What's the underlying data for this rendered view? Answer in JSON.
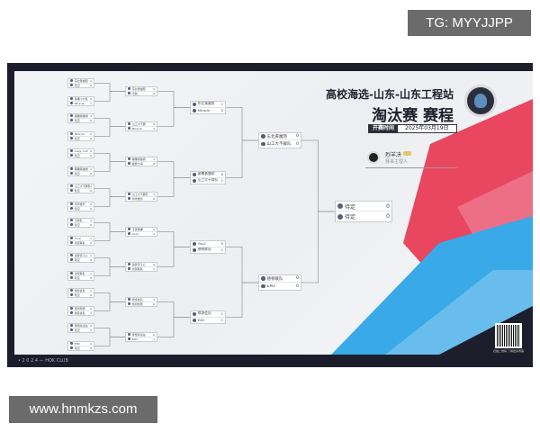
{
  "header": {
    "line1": "高校海选-山东-山东工程站",
    "line2": "淘汰赛 赛程",
    "date_label": "开赛时间",
    "date": "2025年03月19日"
  },
  "host": {
    "name": "烈羊决",
    "role": "赛事主理人"
  },
  "footer": {
    "text": "• 2 0 2 4 — HOK CLUB"
  },
  "qr": {
    "caption": "扫描二维码 了解更多赛事"
  },
  "watermarks": {
    "tg": "TG: MYYJJPP",
    "site": "www.hnmkzs.com"
  },
  "colors": {
    "red": "#e8334f",
    "blue": "#39a9e8",
    "dark": "#1c1f2b"
  },
  "rounds": [
    {
      "matches": [
        [
          [
            "东北黄魔怒",
            "1"
          ],
          [
            "轮空",
            "0"
          ]
        ],
        [
          [
            "铁锤小分队",
            "0"
          ],
          [
            "Miracle",
            "1"
          ]
        ],
        [
          [
            "颠覆者傲娇",
            "1"
          ],
          [
            "轮空",
            "0"
          ]
        ],
        [
          [
            "Miracle",
            "0"
          ],
          [
            "轮空",
            "0"
          ]
        ],
        [
          [
            "Copy cold",
            "0"
          ],
          [
            "轮空",
            "0"
          ]
        ],
        [
          [
            "颠覆者傲娇",
            "1"
          ],
          [
            "轮空",
            "0"
          ]
        ],
        [
          [
            "山工大不群队",
            "1"
          ],
          [
            "轮空",
            "0"
          ]
        ],
        [
          [
            "风华绝代",
            "0"
          ],
          [
            "轮空",
            "0"
          ]
        ],
        [
          [
            "王者队",
            "1"
          ],
          [
            "轮空",
            "0"
          ]
        ],
        [
          [
            "Yuu2",
            "1"
          ],
          [
            "德顿联队",
            "0"
          ]
        ],
        [
          [
            "追梦赤子心",
            "1"
          ],
          [
            "轮空",
            "0"
          ]
        ],
        [
          [
            "德顿联队",
            "1"
          ],
          [
            "轮空",
            "0"
          ]
        ],
        [
          [
            "缘身会队",
            "1"
          ],
          [
            "轮空",
            "0"
          ]
        ],
        [
          [
            "南风知意",
            "0"
          ],
          [
            "缘身会队",
            "1"
          ]
        ],
        [
          [
            "梦想永远在",
            "0"
          ],
          [
            "轮空",
            "0"
          ]
        ],
        [
          [
            "EXO",
            "1"
          ],
          [
            "轮空",
            "0"
          ]
        ]
      ]
    },
    {
      "matches": [
        [
          [
            "东北黄魔怒",
            "1"
          ],
          [
            "无敌",
            "0"
          ]
        ],
        [
          [
            "山工大不群",
            "0"
          ],
          [
            "Miracle",
            "1"
          ]
        ],
        [
          [
            "颠覆者傲娇",
            "1"
          ],
          [
            "星辰大海",
            "0"
          ]
        ],
        [
          [
            "山工大不群队",
            "1"
          ],
          [
            "风华绝代",
            "0"
          ]
        ],
        [
          [
            "王者荣耀",
            "0"
          ],
          [
            "Yuu2",
            "1"
          ]
        ],
        [
          [
            "追梦赤子心",
            "0"
          ],
          [
            "德顿联队",
            "1"
          ]
        ],
        [
          [
            "缘身会队",
            "1"
          ],
          [
            "南风知意",
            "0"
          ]
        ],
        [
          [
            "梦想永远在",
            "0"
          ],
          [
            "EXO",
            "1"
          ]
        ]
      ]
    },
    {
      "matches": [
        [
          [
            "东北黄魔怒",
            "1"
          ],
          [
            "Miracle",
            "0"
          ]
        ],
        [
          [
            "颠覆者傲娇",
            "0"
          ],
          [
            "山工大不群队",
            "1"
          ]
        ],
        [
          [
            "Yuu2",
            "0"
          ],
          [
            "德顿联队",
            "1"
          ]
        ],
        [
          [
            "缘身会队",
            "1"
          ],
          [
            "EXO",
            "1"
          ]
        ]
      ]
    },
    {
      "matches": [
        [
          [
            "东北黄魔怒",
            "0"
          ],
          [
            "山工大不群队",
            "0"
          ]
        ],
        [
          [
            "德顿联队",
            "0"
          ],
          [
            "EXO",
            "0"
          ]
        ]
      ]
    },
    {
      "matches": [
        [
          [
            "待定",
            "0"
          ],
          [
            "待定",
            "0"
          ]
        ]
      ]
    }
  ]
}
